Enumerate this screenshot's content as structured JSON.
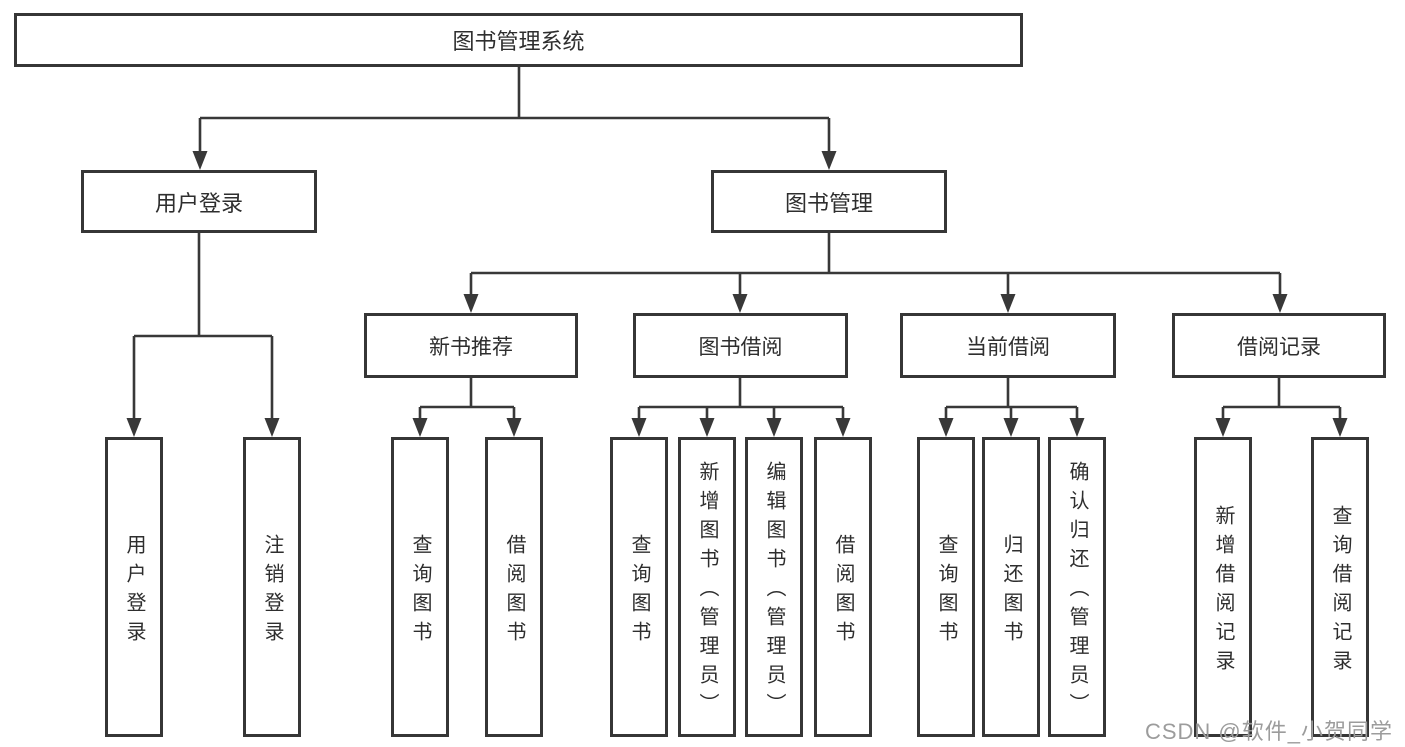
{
  "diagram": {
    "title": "图书管理系统",
    "level2": {
      "user_login": "用户登录",
      "book_mgmt": "图书管理"
    },
    "level3": {
      "new_book_rec": "新书推荐",
      "book_borrow": "图书借阅",
      "current_borrow": "当前借阅",
      "borrow_record": "借阅记录"
    },
    "leaves": {
      "user_login_1": "用户登录",
      "user_login_2": "注销登录",
      "new_book_1": "查询图书",
      "new_book_2": "借阅图书",
      "borrow_1": "查询图书",
      "borrow_2": "新增图书（管理员）",
      "borrow_3": "编辑图书（管理员）",
      "borrow_4": "借阅图书",
      "current_1": "查询图书",
      "current_2": "归还图书",
      "current_3": "确认归还（管理员）",
      "record_1": "新增借阅记录",
      "record_2": "查询借阅记录"
    }
  },
  "watermark": {
    "text": "CSDN @软件_小贺同学"
  },
  "colors": {
    "line": "#383838",
    "box_border": "#363636",
    "box_fill": "#ffffff",
    "text": "#2e2e2e",
    "watermark": "#9c9c9c",
    "background": "#ffffff"
  }
}
